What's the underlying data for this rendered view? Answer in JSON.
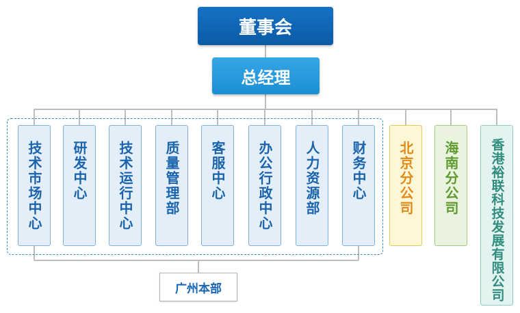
{
  "board": "董事会",
  "general_manager": "总经理",
  "departments": [
    "技术市场中心",
    "研发中心",
    "技术运行中心",
    "质量管理部",
    "客服中心",
    "办公行政中心",
    "人力资源部",
    "财务中心"
  ],
  "headquarters": "广州本部",
  "branches": {
    "beijing": "北京分公司",
    "hainan": "海南分公司",
    "hongkong": "香港裕联科技发展有限公司"
  },
  "colors": {
    "board": "#0c5aa6",
    "general_manager": "#1c8fd4",
    "department_text": "#1a63ad",
    "beijing_text": "#e18a1c",
    "hainan_text": "#5e9a2e",
    "hongkong_text": "#2f8c7f"
  }
}
